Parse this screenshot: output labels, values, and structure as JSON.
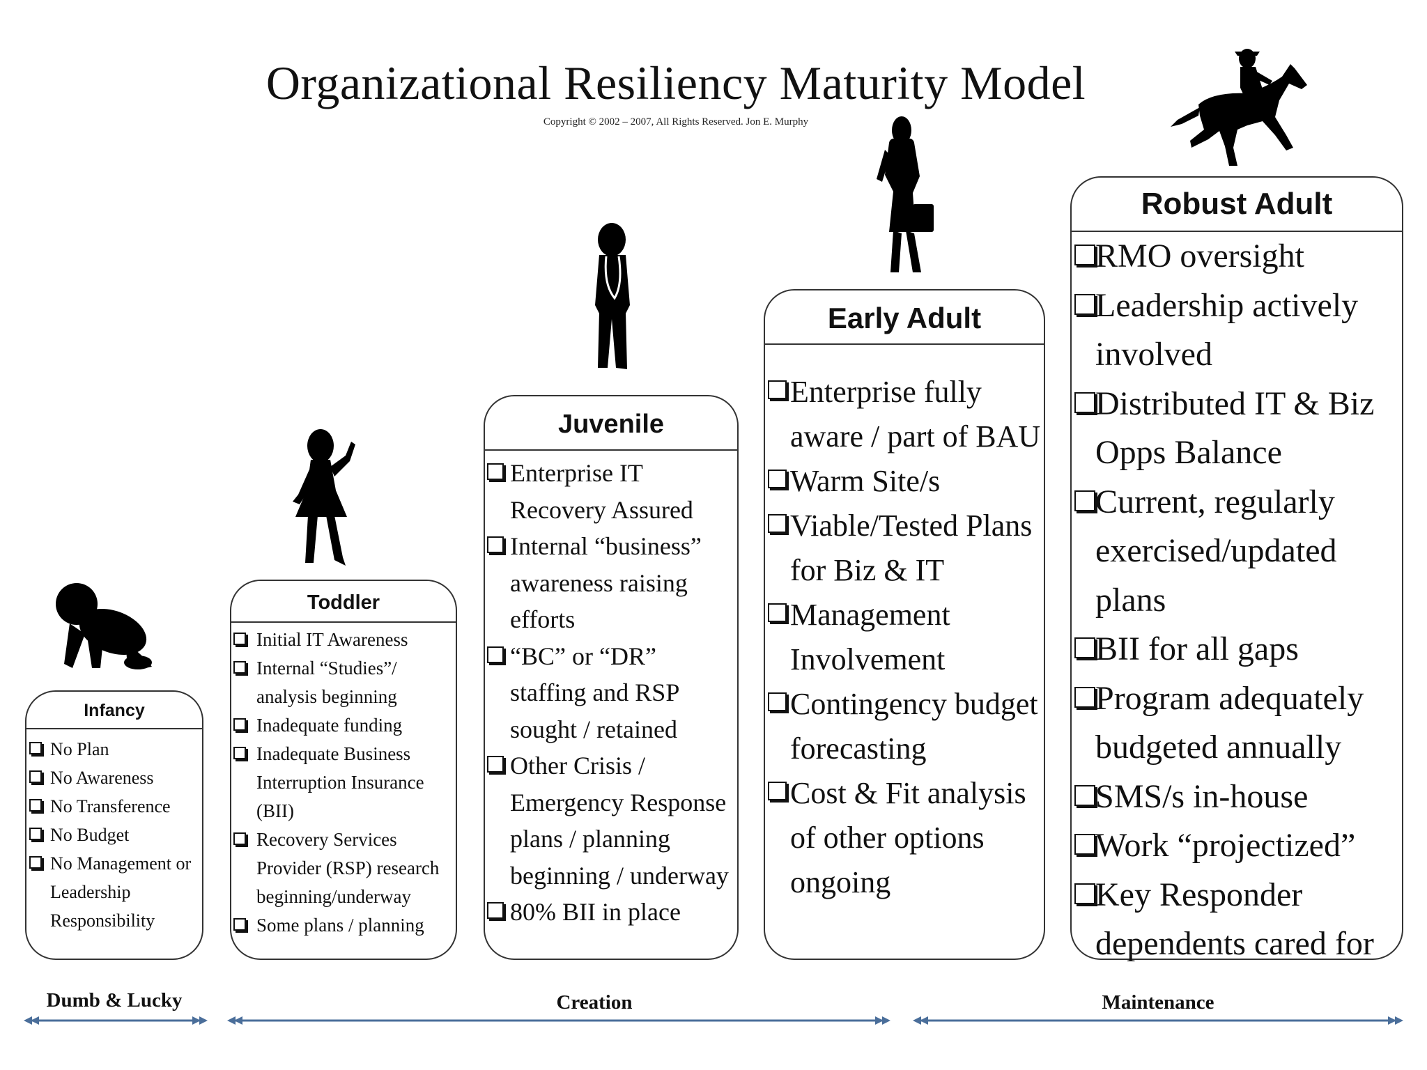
{
  "header": {
    "title": "Organizational Resiliency Maturity Model",
    "copyright": "Copyright © 2002 – 2007, All Rights Reserved. Jon E. Murphy"
  },
  "stages": [
    {
      "title": "Infancy",
      "items": [
        "No Plan",
        "No Awareness",
        "No Transference",
        "No Budget",
        "No Management or Leadership Responsibility"
      ]
    },
    {
      "title": "Toddler",
      "items": [
        "Initial IT Awareness",
        "Internal “Studies”/ analysis beginning",
        "Inadequate funding",
        "Inadequate Business Interruption Insurance (BII)",
        "Recovery Services Provider (RSP) research beginning/underway",
        "Some plans / planning"
      ]
    },
    {
      "title": "Juvenile",
      "items": [
        "Enterprise IT Recovery Assured",
        "Internal “business” awareness raising efforts",
        "“BC” or “DR” staffing and RSP sought / retained",
        "Other Crisis / Emergency Response plans / planning beginning / underway",
        "80% BII in place"
      ]
    },
    {
      "title": "Early Adult",
      "items": [
        "Enterprise fully aware / part of BAU",
        "Warm Site/s",
        "Viable/Tested Plans for Biz & IT",
        "Management Involvement",
        "Contingency budget forecasting",
        "Cost & Fit analysis of other options ongoing"
      ]
    },
    {
      "title": "Robust Adult",
      "items": [
        "RMO oversight",
        "Leadership actively involved",
        "Distributed IT & Biz Opps Balance",
        "Current, regularly exercised/updated plans",
        "BII for all gaps",
        "Program adequately budgeted annually",
        "SMS/s in-house",
        "Work “projectized”",
        "Key Responder dependents cared for"
      ]
    }
  ],
  "phases": [
    "Dumb & Lucky",
    "Creation",
    "Maintenance"
  ],
  "icons": [
    "baby-silhouette-icon",
    "toddler-silhouette-icon",
    "juvenile-silhouette-icon",
    "woman-silhouette-icon",
    "horse-rider-silhouette-icon"
  ]
}
